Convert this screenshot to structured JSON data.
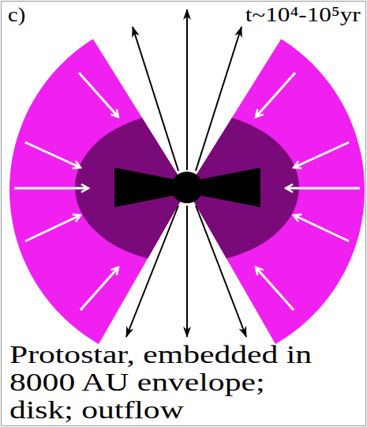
{
  "diagram": {
    "caption": "Protostar, embedded in 8000 AU envelope; disk; outflow",
    "labels": [
      "c)",
      "t~10⁴-10⁵yr"
    ]
  }
}
